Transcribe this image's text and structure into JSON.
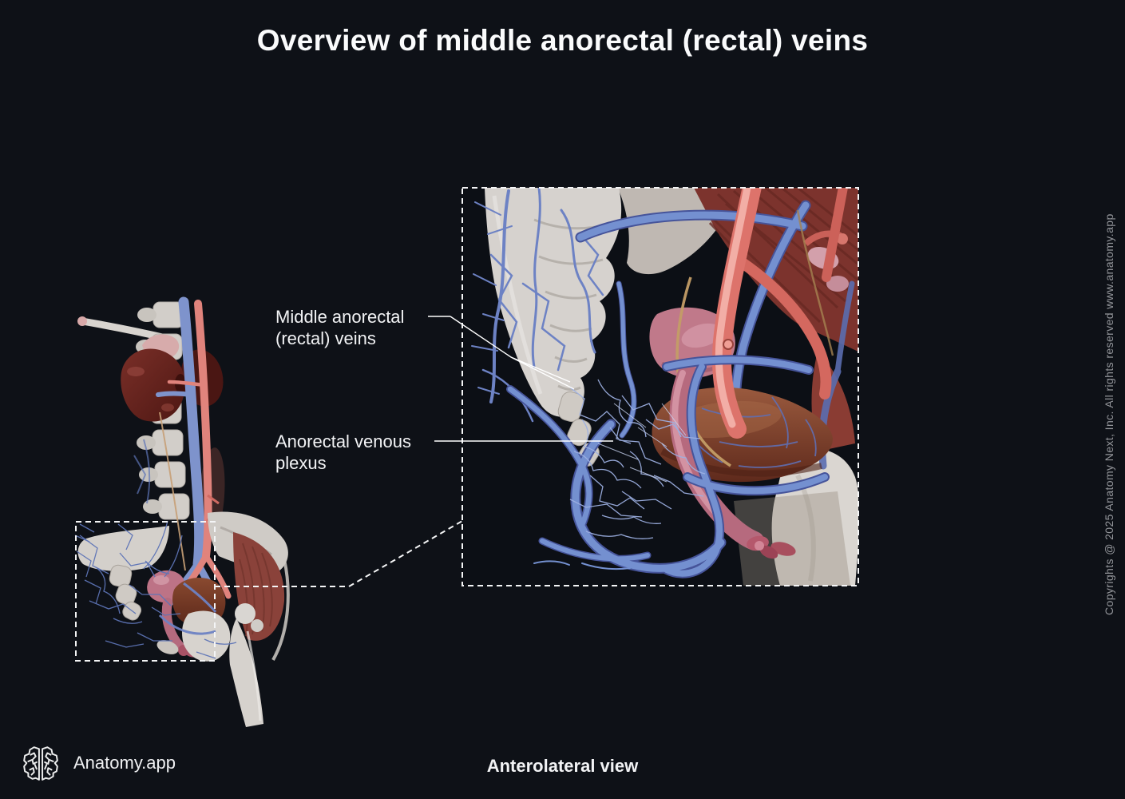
{
  "title": "Overview of middle anorectal (rectal) veins",
  "labels": {
    "middle_anorectal": {
      "line1": "Middle anorectal",
      "line2": "(rectal) veins"
    },
    "anorectal_plexus": {
      "line1": "Anorectal venous",
      "line2": "plexus"
    }
  },
  "footer": {
    "brand": "Anatomy.app",
    "view": "Anterolateral view"
  },
  "copyright": "Copyrights @ 2025 Anatomy Next, Inc. All rights reserved www.anatomy.app",
  "icons": {
    "logo": "brain-logo-icon"
  },
  "palette": {
    "background": "#0e1117",
    "text": "#f5f6f8",
    "muted_text": "#94969b",
    "leader_line": "#ffffff",
    "vein_blue": "#7490d0",
    "vein_dark_blue": "#46549a",
    "plexus_blue": "#9db0e2",
    "artery_red": "#dd736b",
    "artery_highlight": "#f2aea6",
    "bone_light": "#d6d2ce",
    "bone_shadow": "#b1aca6",
    "organ_pink": "#c0798a",
    "anal_canal_pink": "#b66a7e",
    "bladder_brown": "#7d3b28",
    "muscle_dark_red": "#7c332d",
    "kidney_maroon": "#5e1f1c",
    "nerve_tan": "#c39d66"
  }
}
